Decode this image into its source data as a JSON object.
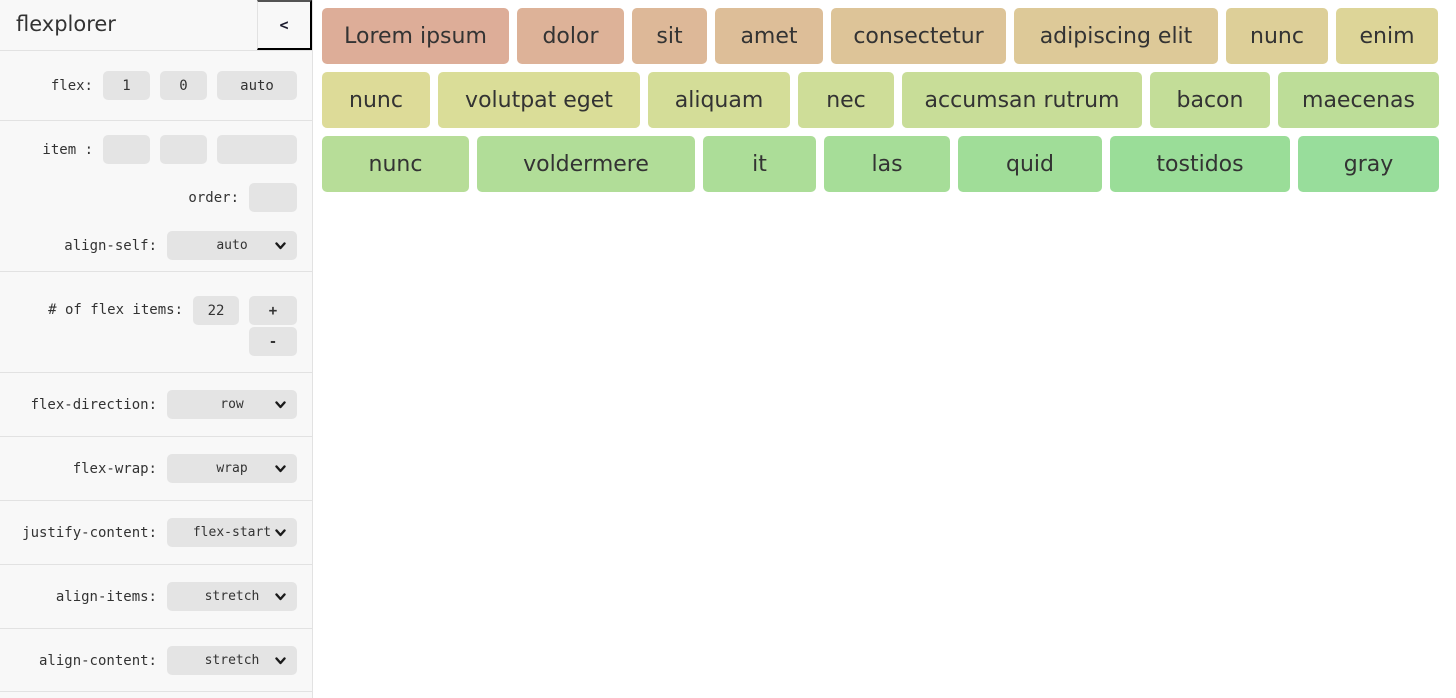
{
  "header": {
    "title": "flexplorer",
    "collapse_label": "<"
  },
  "sidebar": {
    "flex": {
      "label": "flex:",
      "values": [
        "1",
        "0",
        "auto"
      ]
    },
    "item": {
      "label": "item :",
      "values": [
        "",
        "",
        ""
      ]
    },
    "order": {
      "label": "order:",
      "value": ""
    },
    "align_self": {
      "label": "align-self:",
      "value": "auto"
    },
    "count": {
      "label": "# of flex items:",
      "value": "22",
      "plus_label": "+",
      "minus_label": "-"
    },
    "selects": [
      {
        "label": "flex-direction:",
        "value": "row"
      },
      {
        "label": "flex-wrap:",
        "value": "wrap"
      },
      {
        "label": "justify-content:",
        "value": "flex-start"
      },
      {
        "label": "align-items:",
        "value": "stretch"
      },
      {
        "label": "align-content:",
        "value": "stretch"
      }
    ]
  },
  "flex_items": [
    {
      "label": "Lorem ipsum",
      "color": "#ddad98"
    },
    {
      "label": "dolor",
      "color": "#ddb298"
    },
    {
      "label": "sit",
      "color": "#ddb898"
    },
    {
      "label": "amet",
      "color": "#ddbe98"
    },
    {
      "label": "consectetur",
      "color": "#ddc498"
    },
    {
      "label": "adipiscing elit",
      "color": "#ddc998"
    },
    {
      "label": "nunc",
      "color": "#ddcf98"
    },
    {
      "label": "enim",
      "color": "#ddd598"
    },
    {
      "label": "nunc",
      "color": "#dddb98"
    },
    {
      "label": "volutpat eget",
      "color": "#dadd98"
    },
    {
      "label": "aliquam",
      "color": "#d4dd98"
    },
    {
      "label": "nec",
      "color": "#cedd98"
    },
    {
      "label": "accumsan rutrum",
      "color": "#c8dd98"
    },
    {
      "label": "bacon",
      "color": "#c3dd98"
    },
    {
      "label": "maecenas",
      "color": "#bddd98"
    },
    {
      "label": "nunc",
      "color": "#b7dd98"
    },
    {
      "label": "voldermere",
      "color": "#b1dd98"
    },
    {
      "label": "it",
      "color": "#acdd98"
    },
    {
      "label": "las",
      "color": "#a6dd98"
    },
    {
      "label": "quid",
      "color": "#a0dd98"
    },
    {
      "label": "tostidos",
      "color": "#9add98"
    },
    {
      "label": "gray",
      "color": "#98dd9b"
    }
  ]
}
